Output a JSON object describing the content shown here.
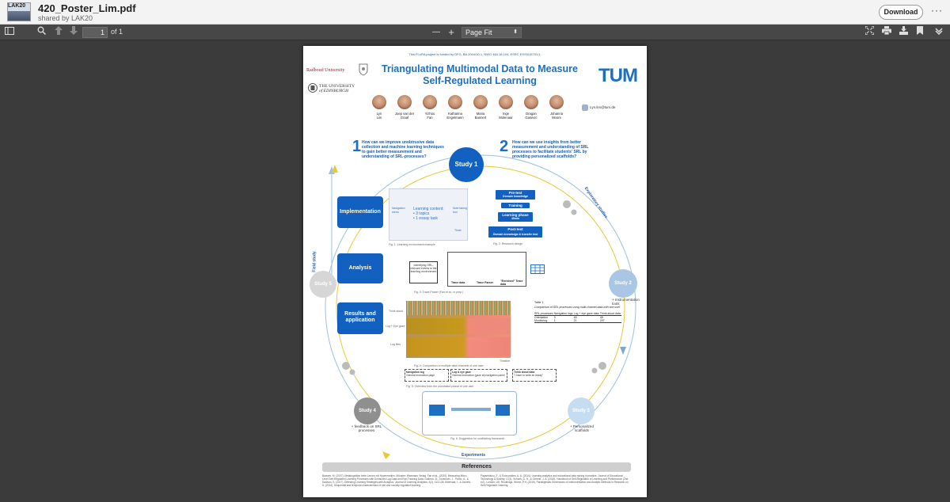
{
  "header": {
    "filename": "420_Poster_Lim.pdf",
    "shared_by": "shared by LAK20",
    "thumb_text": "LAK20",
    "download_label": "Download",
    "more_label": "···"
  },
  "toolbar": {
    "page_number": "1",
    "page_count": "of 1",
    "zoom_out": "—",
    "zoom_in": "+",
    "zoom_value": "Page Fit"
  },
  "poster": {
    "funding": "This FLoRA project is funded by DFG, BA 2044/10-1, NWO 464.18.104, ESRC ES/S015701/1.",
    "title_line1": "Triangulating Multimodal Data to Measure",
    "title_line2": "Self-Regulated Learning",
    "radboud": "Radboud University",
    "edinburgh_line1": "THE UNIVERSITY",
    "edinburgh_line2": "of EDINBURGH",
    "tum": "TUM",
    "email": "Lyn.lim@tum.de",
    "authors": [
      {
        "line1": "Lyn",
        "line2": "Lim"
      },
      {
        "line1": "Joep van der",
        "line2": "Graaf"
      },
      {
        "line1": "Yizhou",
        "line2": "Fan"
      },
      {
        "line1": "Katharina",
        "line2": "Engelmann"
      },
      {
        "line1": "Maria",
        "line2": "Bannert"
      },
      {
        "line1": "Inge",
        "line2": "Molenaar"
      },
      {
        "line1": "Dragan",
        "line2": "Gasevic"
      },
      {
        "line1": "Johanna",
        "line2": "Moore"
      }
    ],
    "q1_num": "1",
    "q1_text": "How can we improve unobtrusive data collection and machine learning techniques to gain better measurement and understanding of SRL-processes?",
    "q2_num": "2",
    "q2_text": "How can we use insights from better measurement and understanding of SRL processes to facilitate students' SRL by providing personalized scaffolds?",
    "study1": "Study 1",
    "study2": "Study 2",
    "study3": "Study 3",
    "study4": "Study 4",
    "study5": "Study 5",
    "implementation": "Implementation",
    "analysis": "Analysis",
    "results": "Results and application",
    "exploratory": "Exploratory studies",
    "field_study": "Field study",
    "experiments": "Experiments",
    "instrumentation": "+ Instrumentation tools",
    "personalized": "+ Personalized scaffolds",
    "feedback": "+ feedback on SRL processes",
    "learning_content": "Learning content:",
    "topics": "• 3 topics",
    "essay": "• 1 essay task",
    "pretest": "Pre-test",
    "pretest_sub": "Domain knowledge",
    "training": "Training",
    "learning_phase": "Learning phase",
    "learning_phase_sub": "45min",
    "posttest": "Post-test",
    "posttest_sub": "Domain knowledge & transfer test",
    "nav_menu": "Navigation menu",
    "note_taking": "Note taking tool",
    "timer": "Timer",
    "identifying": "Identifying SRL-relevant events in the learning environment",
    "trace_data": "Trace data",
    "trace_parser": "Trace Parser",
    "enriched_trace": "\"Enriched\" Trace data",
    "fig1": "Fig. 1: Learning environment example",
    "fig2": "Fig. 2: Research design",
    "fig3": "Fig. 3: Trace Parser (Fan et al., in prep.)",
    "fig4": "Fig. 4: Comparison of multiple data channels of one user",
    "fig5": "Fig. 5: Overview from the orientation phase of one user",
    "fig6": "Fig. 6: Suggestion for scaffolding framework",
    "think_aloud": "Think aloud",
    "log_eye": "Log + Eye gaze",
    "log_files": "Log files",
    "timeline": "Timeline",
    "table1": "Table 1",
    "table_caption": "Comparison of SRL processes using multi-channel data with one user",
    "table_head": [
      "SRL processes",
      "Navigation logs",
      "Log + eye gaze data",
      "Think aloud data"
    ],
    "table_rows": [
      [
        "Orientation",
        "3",
        "48",
        "45"
      ],
      [
        "Monitoring",
        "1",
        "21",
        "297"
      ]
    ],
    "nav_log": "Navigation log",
    "nav_log_text": "General instruction page",
    "eye_gaze": "Log & eye gaze",
    "eye_gaze_text": "General instruction (gaze at) navigation panel",
    "think_aloud_box": "Think aloud data",
    "think_aloud_quote": "\"I have to write an essay\"",
    "references": "References",
    "refs_left": "Bannert, M. (2007). Metakognition beim Lernen mit Hypermedien. Münster: Waxmann Verlag. Fan et al., (2020). Measuring Micro-Level Self-Regulated Learning Processes with Enhanced Log Data and Eye-Tracking Data. Gašević, D., Jovanović, J., Pardo, A., & Dawson, S. (2017). Detecting Learning Strategies with Analytics. Journal of Learning Analytics, 4(2), 113-128. Molenaar, I., & Järvelä, S. (2014). Sequential and temporal characteristics of self and socially regulated learning.",
    "refs_right": "Papamitsiou, Z., & Economides, A. A. (2014). Learning analytics and educational data mining in practice. Journal of Educational Technology & Society, 17(4). Schunk, D. H., & Greene, J. A. (2018). Handbook of Self-Regulation of Learning and Performance (2nd ed.). London, UK: Routledge. Winne, P.H. (2019). Paradigmatic Dimensions of Instrumentation and Analytic Methods in Research on Self-Regulated Learning."
  }
}
